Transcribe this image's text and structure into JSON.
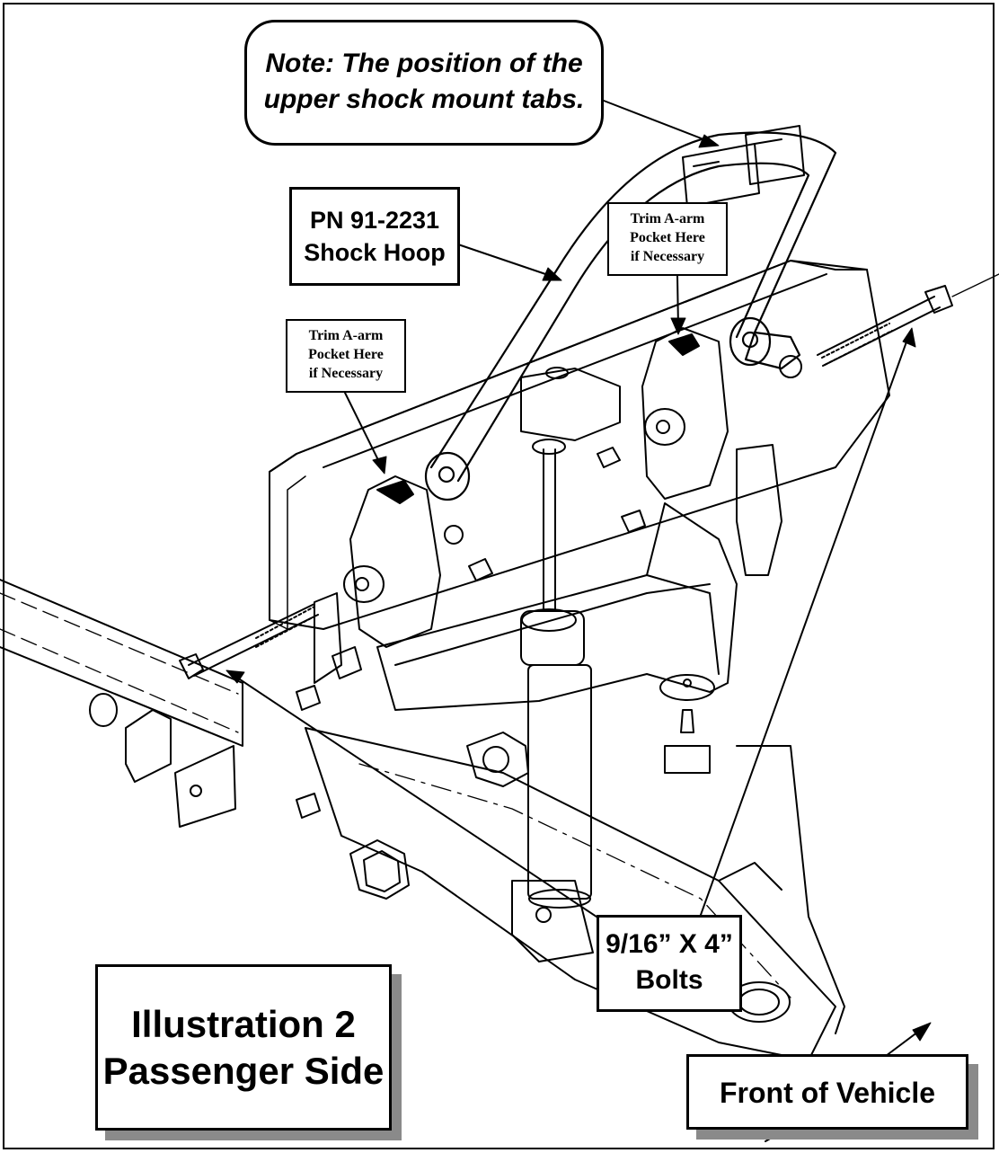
{
  "callouts": {
    "note": [
      "Note:  The position of the",
      "upper shock mount tabs."
    ],
    "shock_hoop": [
      "PN 91-2231",
      "Shock Hoop"
    ],
    "trim_right": [
      "Trim A-arm",
      "Pocket Here",
      "if Necessary"
    ],
    "trim_left": [
      "Trim A-arm",
      "Pocket Here",
      "if Necessary"
    ],
    "bolts": [
      "9/16” X 4”",
      "Bolts"
    ],
    "illustration": [
      "Illustration 2",
      "Passenger Side"
    ],
    "front": "Front of Vehicle"
  },
  "colors": {
    "ink": "#000000",
    "paper": "#ffffff",
    "shadow": "#8a8a8a"
  }
}
